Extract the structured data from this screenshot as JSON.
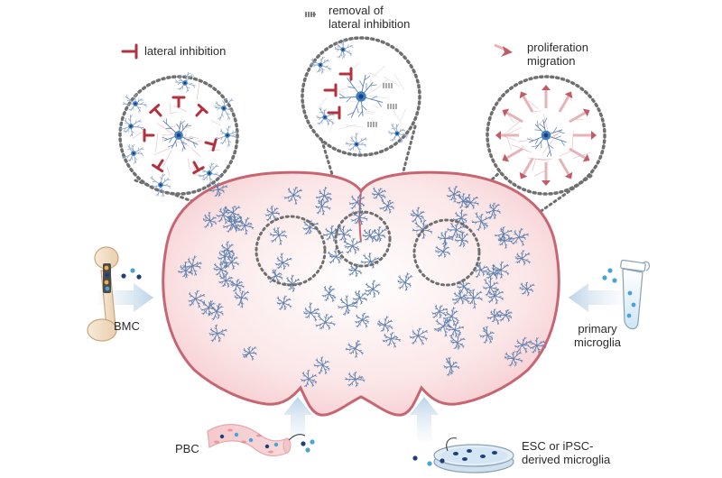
{
  "legend": {
    "lateral_inhibition": "lateral inhibition",
    "removal_line1": "removal of",
    "removal_line2": "lateral inhibition",
    "proliferation": "proliferation",
    "migration": "migration"
  },
  "sources": {
    "bmc": "BMC",
    "primary_line1": "primary",
    "primary_line2": "microglia",
    "pbc": "PBC",
    "esc_line1": "ESC or iPSC-",
    "esc_line2": "derived microglia"
  },
  "colors": {
    "brain_fill": "#fbe6e7",
    "brain_stroke": "#c76673",
    "microglia": "#5b7fae",
    "inhibition": "#b2323f",
    "arrow": "#c25b67",
    "zoom_border": "#6f6f6f",
    "infusion_arrow": "#cfe0ee",
    "cell_dark": "#1f3f7a",
    "cell_light": "#4aa3d6"
  },
  "icons": [
    "bone-icon",
    "test-tube-icon",
    "blood-vessel-icon",
    "petri-dish-icon",
    "inhibition-bar-icon",
    "arrow-icon"
  ]
}
